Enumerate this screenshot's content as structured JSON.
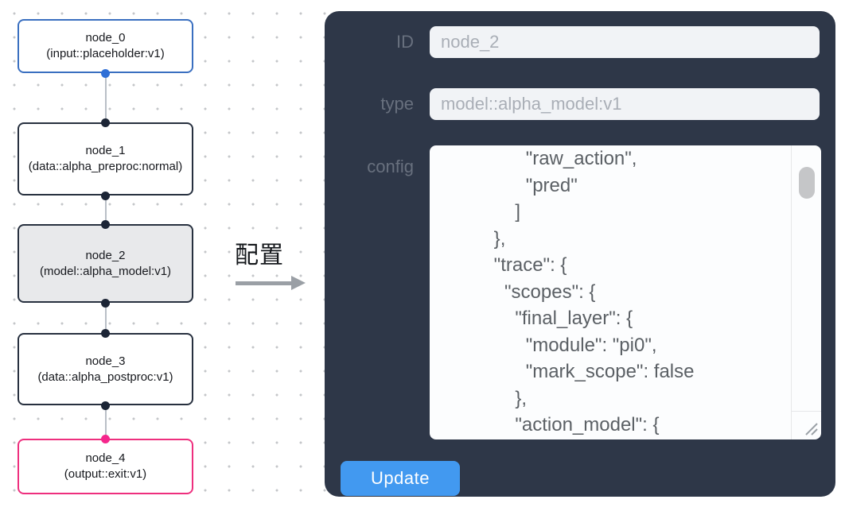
{
  "graph": {
    "selected_node": "node_2",
    "nodes": [
      {
        "id": "node_0",
        "type_label": "(input::placeholder:v1)",
        "variant": "input"
      },
      {
        "id": "node_1",
        "type_label": "(data::alpha_preproc:normal)",
        "variant": "default"
      },
      {
        "id": "node_2",
        "type_label": "(model::alpha_model:v1)",
        "variant": "selected"
      },
      {
        "id": "node_3",
        "type_label": "(data::alpha_postproc:v1)",
        "variant": "default"
      },
      {
        "id": "node_4",
        "type_label": "(output::exit:v1)",
        "variant": "output"
      }
    ]
  },
  "transition": {
    "label": "配置",
    "arrow_icon": "right-arrow-icon"
  },
  "panel": {
    "id_field": {
      "label": "ID",
      "value": "node_2"
    },
    "type_field": {
      "label": "type",
      "value": "model::alpha_model:v1"
    },
    "config_field": {
      "label": "config",
      "value": "                \"raw_action\",\n                \"pred\"\n              ]\n          },\n          \"trace\": {\n            \"scopes\": {\n              \"final_layer\": {\n                \"module\": \"pi0\",\n                \"mark_scope\": false\n              },\n              \"action_model\": {"
    },
    "update_button": "Update"
  },
  "colors": {
    "panel_background": "#2e3748",
    "update_button_blue": "#4299f0",
    "input_node_border_blue": "#3a6fc0",
    "output_node_border_pink": "#ee2f7e",
    "selected_node_fill": "#e8e9eb",
    "default_node_border": "#27303f",
    "port_blue": "#2f6fd6",
    "port_pink": "#f5268c",
    "port_dark": "#1c2536",
    "edge_gray": "#b9bfc6",
    "field_label_gray": "#68707e",
    "field_value_gray": "#a9aeb6",
    "config_text_gray": "#5b6065"
  }
}
